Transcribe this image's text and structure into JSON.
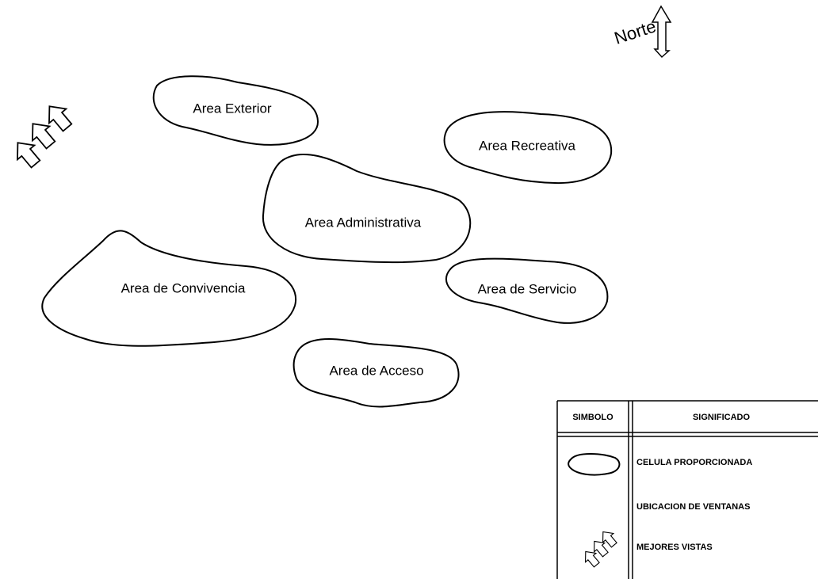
{
  "north_label": "Norte",
  "areas": [
    {
      "label": "Area Exterior"
    },
    {
      "label": "Area Recreativa"
    },
    {
      "label": "Area Administrativa"
    },
    {
      "label": "Area de Convivencia"
    },
    {
      "label": "Area de Servicio"
    },
    {
      "label": "Area de Acceso"
    }
  ],
  "legend": {
    "headers": {
      "symbol": "SIMBOLO",
      "meaning": "SIGNIFICADO"
    },
    "rows": [
      {
        "symbol": "cell-blob-icon",
        "meaning": "CELULA PROPORCIONADA"
      },
      {
        "symbol": "window-icon",
        "meaning": "UBICACION DE VENTANAS"
      },
      {
        "symbol": "view-arrows-icon",
        "meaning": "MEJORES VISTAS"
      }
    ]
  },
  "colors": {
    "stroke": "#000000",
    "background": "#ffffff"
  }
}
